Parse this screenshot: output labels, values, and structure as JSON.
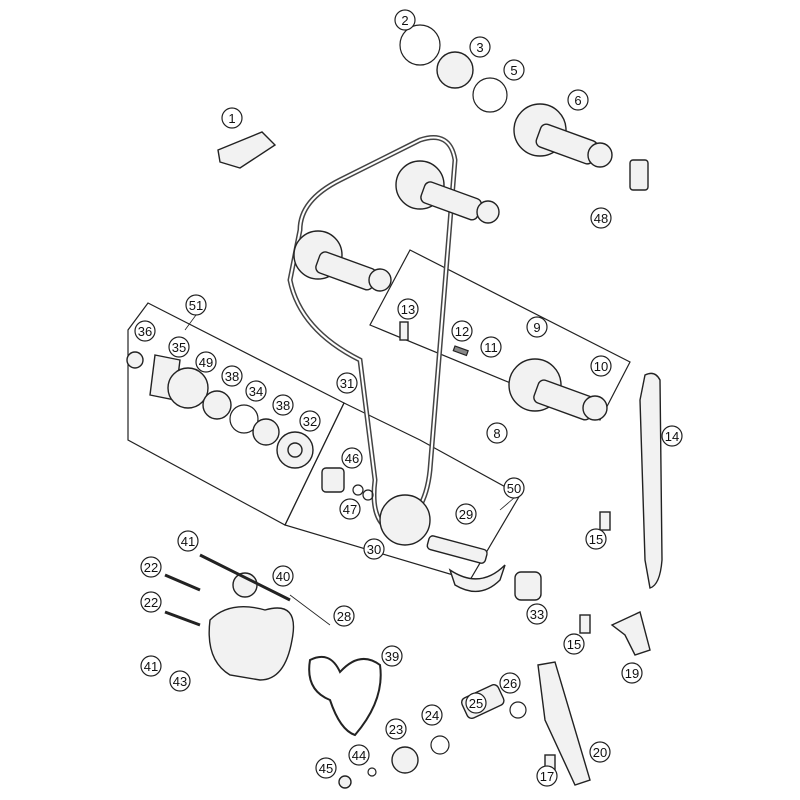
{
  "diagram": {
    "title": "",
    "callouts": [
      "1",
      "2",
      "3",
      "5",
      "6",
      "48",
      "13",
      "12",
      "11",
      "9",
      "10",
      "8",
      "51",
      "36",
      "35",
      "49",
      "38",
      "34",
      "38",
      "32",
      "31",
      "14",
      "46",
      "47",
      "50",
      "29",
      "30",
      "15",
      "41",
      "22",
      "40",
      "28",
      "22",
      "33",
      "15",
      "19",
      "41",
      "43",
      "39",
      "26",
      "25",
      "24",
      "23",
      "20",
      "44",
      "45",
      "17"
    ]
  }
}
